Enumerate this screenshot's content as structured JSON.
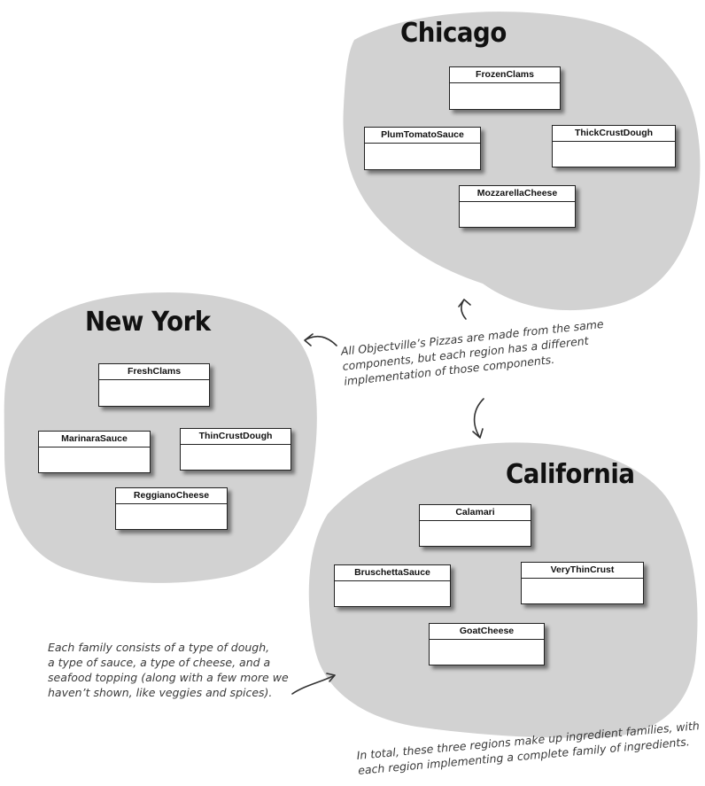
{
  "regions": {
    "chicago": {
      "title": "Chicago",
      "classes": [
        "FrozenClams",
        "PlumTomatoSauce",
        "ThickCrustDough",
        "MozzarellaCheese"
      ]
    },
    "new_york": {
      "title": "New York",
      "classes": [
        "FreshClams",
        "MarinaraSauce",
        "ThinCrustDough",
        "ReggianoCheese"
      ]
    },
    "california": {
      "title": "California",
      "classes": [
        "Calamari",
        "BruschettaSauce",
        "VeryThinCrust",
        "GoatCheese"
      ]
    }
  },
  "notes": {
    "components": [
      "All Objectville’s Pizzas are made from the same",
      "components, but each region has a different",
      "implementation of those components."
    ],
    "family": [
      "Each family consists of a type of dough,",
      "a type of sauce, a type of cheese, and a",
      "seafood topping (along with a few more we",
      "haven’t shown, like veggies and spices)."
    ],
    "total": [
      "In total, these three regions make up ingredient families, with",
      "each region implementing a complete family of ingredients."
    ]
  },
  "colors": {
    "region_fill": "#d2d2d2",
    "box_border": "#222222",
    "note_text": "#3a3a3a"
  }
}
